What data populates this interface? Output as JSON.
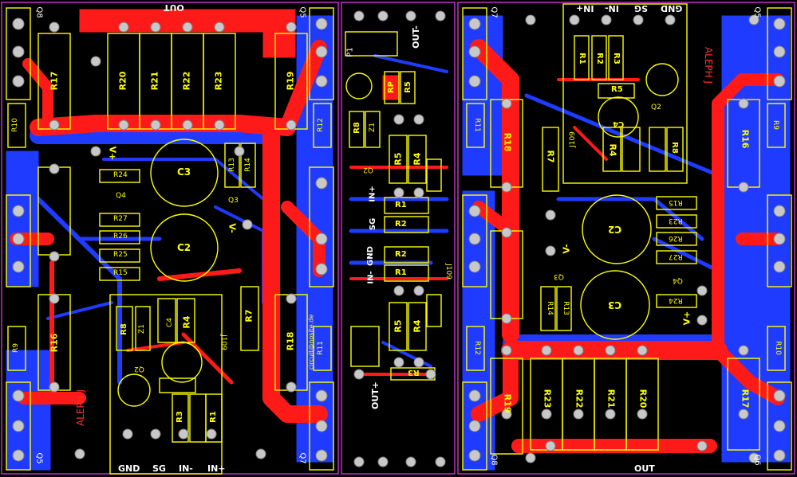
{
  "boards": {
    "left": {
      "transistors": {
        "top_left": "Q8",
        "top_right": "Q5",
        "bottom_left": "Q5",
        "bottom_right": "Q7"
      },
      "resistors": [
        "R17",
        "R20",
        "R21",
        "R22",
        "R23",
        "R19",
        "R10",
        "R12",
        "R13",
        "R14",
        "R24",
        "R27",
        "R26",
        "R25",
        "R15",
        "R9",
        "R16",
        "R11",
        "R18",
        "R7",
        "R8",
        "R4",
        "R3",
        "R1",
        "Z1"
      ],
      "caps": [
        "C3",
        "C2",
        "C4"
      ],
      "small_q": [
        "Q4",
        "Q3",
        "Q2"
      ],
      "labels": {
        "out": "OUT",
        "vplus": "V+",
        "vminus": "V-",
        "gnd": "GND",
        "sg": "SG",
        "inm": "IN-",
        "inp": "IN+",
        "aleph": "ALEPH J",
        "jig": "J109",
        "site": "circuit@nosite.de"
      }
    },
    "middle": {
      "resistors": [
        "RP",
        "R5",
        "R8",
        "R5",
        "R4",
        "R1",
        "R2",
        "R2",
        "R1",
        "R5",
        "R4",
        "R3",
        "Z1"
      ],
      "labels": {
        "p1": "P1",
        "outm": "OUT-",
        "outp": "OUT+",
        "inp": "IN+",
        "sg": "SG",
        "gnd": "GND",
        "inm": "IN-",
        "q2": "Q2",
        "jig": "J109"
      }
    },
    "right": {
      "transistors": {
        "top_left": "Q7",
        "top_right": "Q5",
        "bottom_left": "Q8",
        "bottom_right": "Q6"
      },
      "resistors": [
        "R18",
        "R7",
        "R16",
        "R9",
        "R11",
        "R19",
        "R23",
        "R22",
        "R21",
        "R20",
        "R17",
        "R10",
        "R12",
        "R14",
        "R13",
        "R15",
        "R23",
        "R26",
        "R27",
        "R24",
        "R1",
        "R2",
        "R3",
        "R5",
        "R4",
        "R8"
      ],
      "caps": [
        "C2",
        "C3",
        "C4"
      ],
      "small_q": [
        "Q3",
        "Q4",
        "Q2"
      ],
      "labels": {
        "out": "OUT",
        "vplus": "V+",
        "vminus": "V-",
        "gnd": "GND",
        "sg": "SG",
        "inm": "IN-",
        "inp": "IN+",
        "aleph": "ALEPH J",
        "jig": "J109"
      }
    }
  },
  "colors": {
    "background": "#000000",
    "top_copper": "#ff1a1a",
    "bottom_copper": "#1f3bff",
    "silkscreen": "#ffff00",
    "pads": "#c8c8c8",
    "outline": "#c030c0"
  }
}
